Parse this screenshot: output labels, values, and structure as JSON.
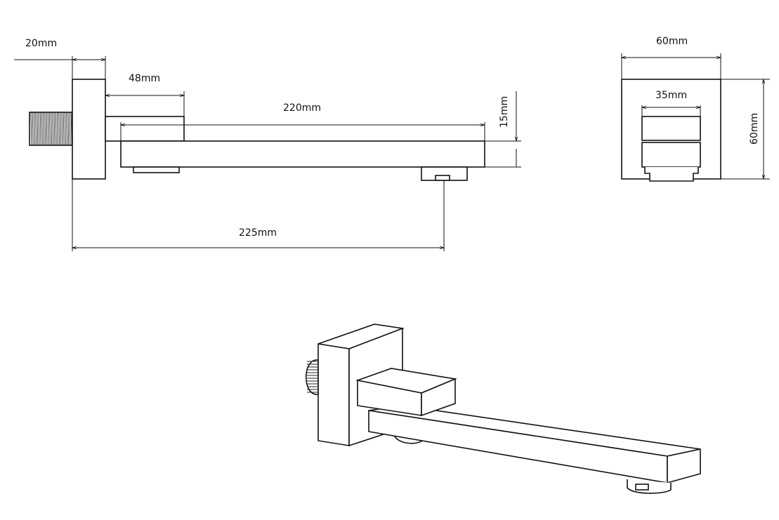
{
  "dimensions": {
    "plate_thickness": "20mm",
    "body_length": "48mm",
    "spout_length": "220mm",
    "spout_height": "15mm",
    "overall_projection": "225mm",
    "plate_width": "60mm",
    "body_width": "35mm",
    "plate_height": "60mm"
  }
}
